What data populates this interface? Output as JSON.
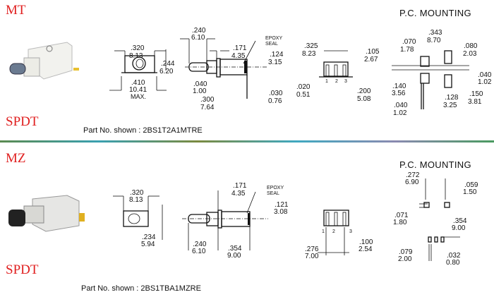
{
  "sections": [
    {
      "series": "MT",
      "type": "SPDT",
      "part_no": "Part No. shown : 2BS1T2A1MTRE",
      "pc_mounting_title": "P.C. MOUNTING",
      "front_view": {
        "width": [
          ".320",
          "8.13"
        ],
        "height": [
          ".244",
          "6.20"
        ],
        "base": [
          ".410",
          "10.41",
          "MAX."
        ]
      },
      "side_view": {
        "bushing": [
          ".240",
          "6.10"
        ],
        "body": [
          ".171",
          "4.35"
        ],
        "epoxy": [
          "EPOXY",
          "SEAL"
        ],
        "centerline": [
          ".124",
          "3.15"
        ],
        "flange": [
          ".040",
          "1.00"
        ],
        "length": [
          ".300",
          "7.64"
        ],
        "terminal": [
          ".030",
          "0.76"
        ]
      },
      "pin_view": {
        "width": [
          ".325",
          "8.23"
        ],
        "offset": [
          ".105",
          "2.67"
        ],
        "thickness": [
          ".020",
          "0.51"
        ],
        "pitch": [
          ".200",
          "5.08"
        ],
        "pins": [
          "1",
          "2",
          "3"
        ]
      },
      "pc_layout": {
        "a": [
          ".070",
          "1.78"
        ],
        "b": [
          ".343",
          "8.70"
        ],
        "c": [
          ".080",
          "2.03"
        ],
        "d": [
          ".040",
          "1.02"
        ],
        "e": [
          ".140",
          "3.56"
        ],
        "f": [
          ".128",
          "3.25"
        ],
        "g": [
          ".150",
          "3.81"
        ],
        "h": [
          ".040",
          "1.02"
        ]
      }
    },
    {
      "series": "MZ",
      "type": "SPDT",
      "part_no": "Part No. shown : 2BS1TBA1MZRE",
      "pc_mounting_title": "P.C. MOUNTING",
      "front_view": {
        "width": [
          ".320",
          "8.13"
        ],
        "height": [
          ".234",
          "5.94"
        ]
      },
      "side_view": {
        "body": [
          ".171",
          "4.35"
        ],
        "epoxy": [
          "EPOXY",
          "SEAL"
        ],
        "centerline": [
          ".121",
          "3.08"
        ],
        "bushing": [
          ".240",
          "6.10"
        ],
        "length": [
          ".354",
          "9.00"
        ]
      },
      "pin_view": {
        "width": [
          ".276",
          "7.00"
        ],
        "pitch": [
          ".100",
          "2.54"
        ],
        "pins": [
          "1",
          "2",
          "3"
        ]
      },
      "pc_layout": {
        "a": [
          ".272",
          "6.90"
        ],
        "b": [
          ".059",
          "1.50"
        ],
        "c": [
          ".071",
          "1.80"
        ],
        "d": [
          ".354",
          "9.00"
        ],
        "e": [
          ".079",
          "2.00"
        ],
        "f": [
          ".032",
          "0.80"
        ]
      }
    }
  ]
}
